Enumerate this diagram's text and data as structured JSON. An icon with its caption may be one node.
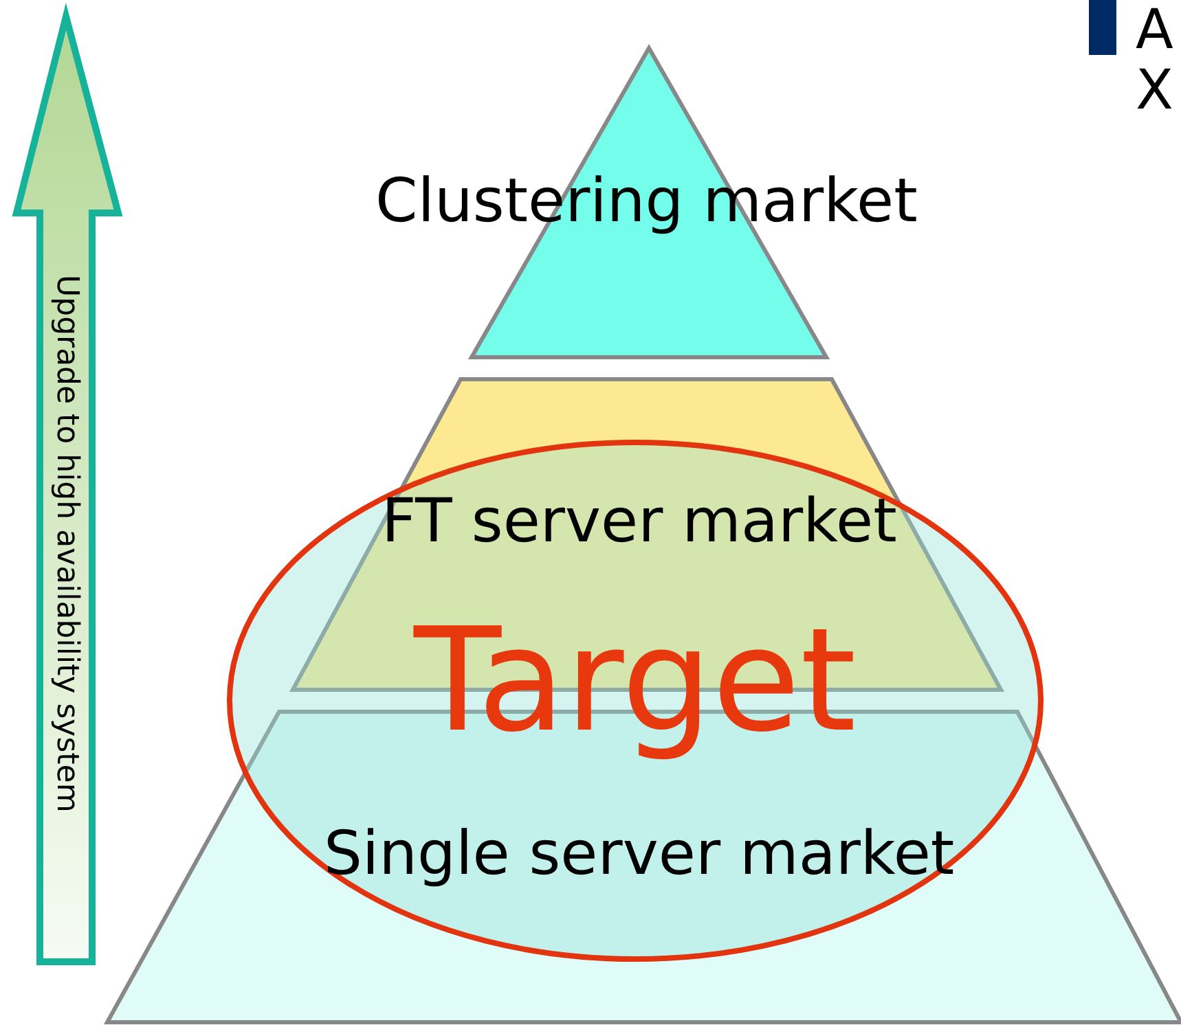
{
  "diagram": {
    "nodes": [
      {
        "text": [
          "Clustering market"
        ]
      },
      {
        "text": [
          "FT server market"
        ]
      },
      {
        "text": [
          "Single server market"
        ]
      },
      {
        "text": [
          "Target"
        ]
      },
      {
        "text": [
          "Upgrade to high availability system"
        ]
      }
    ],
    "labels": [
      "A",
      "X"
    ]
  }
}
